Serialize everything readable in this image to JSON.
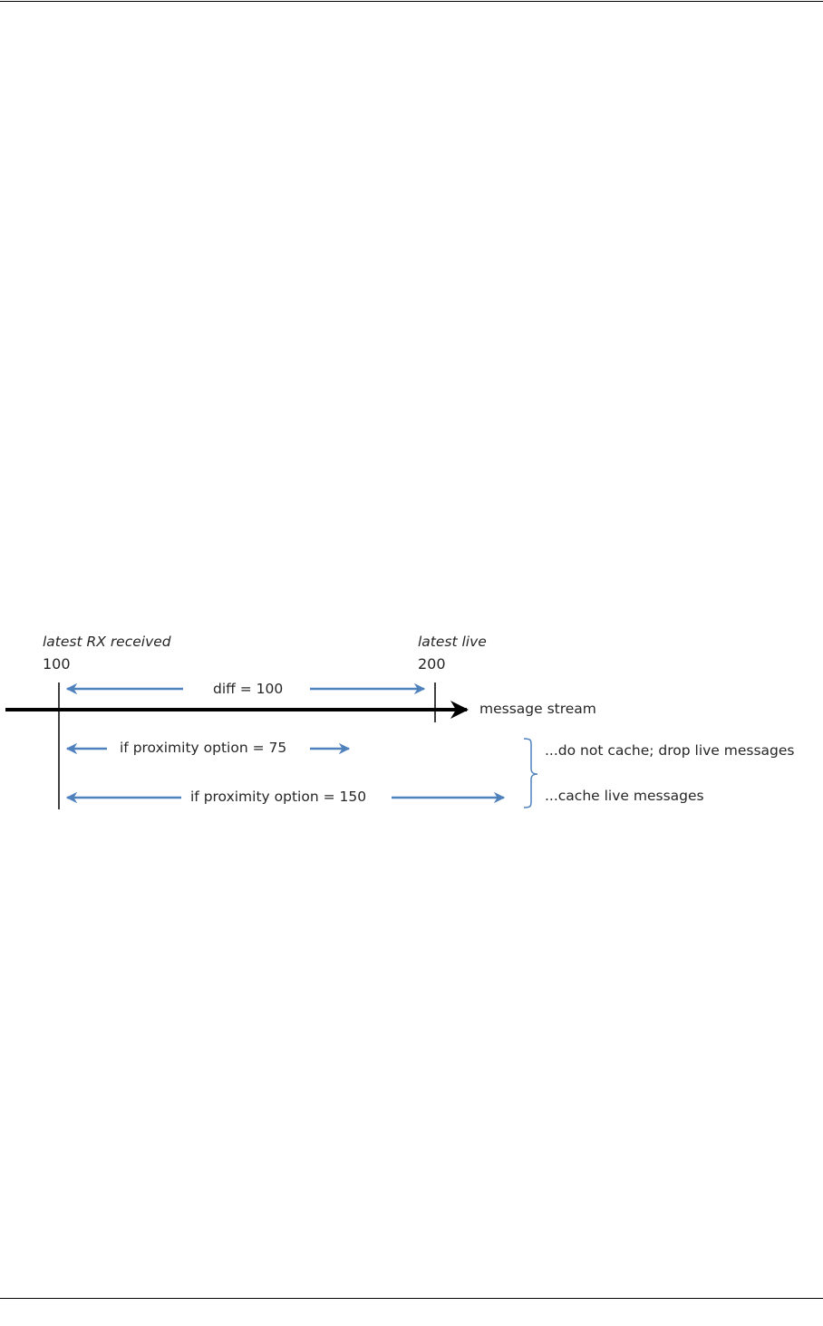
{
  "diagram": {
    "start_marker": {
      "title": "latest RX received",
      "value": "100"
    },
    "end_marker": {
      "title": "latest live",
      "value": "200"
    },
    "diff_label": "diff = 100",
    "stream_label": "message stream",
    "proximity_rows": [
      {
        "label": "if proximity option = 75",
        "outcome": "...do not cache; drop live messages"
      },
      {
        "label": "if proximity option = 150",
        "outcome": "...cache live messages"
      }
    ],
    "colors": {
      "arrow_blue": "#4f81bd",
      "axis_black": "#000000",
      "text": "#262626"
    }
  }
}
